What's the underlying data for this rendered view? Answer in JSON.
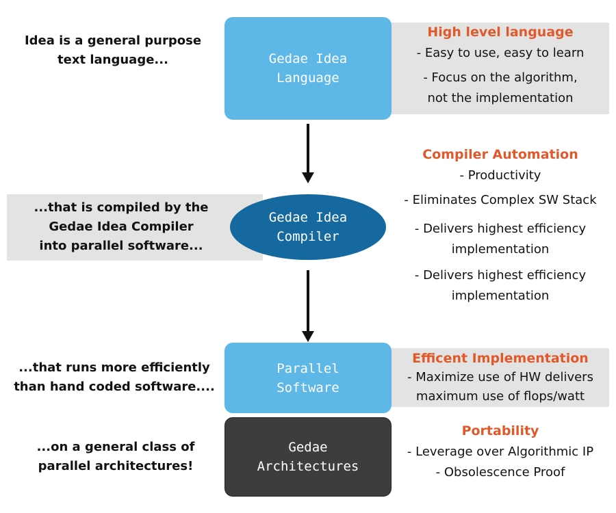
{
  "nodes": {
    "language": {
      "line1": "Gedae Idea",
      "line2": "Language"
    },
    "compiler": {
      "line1": "Gedae Idea",
      "line2": "Compiler"
    },
    "software": {
      "line1": "Parallel",
      "line2": "Software"
    },
    "architectures": {
      "line1": "Gedae",
      "line2": "Architectures"
    }
  },
  "left_text": {
    "language": {
      "line1": "Idea is a general purpose",
      "line2": "text language..."
    },
    "compiler": {
      "line1": "...that is compiled by the",
      "line2": "Gedae Idea Compiler",
      "line3": "into parallel software..."
    },
    "software": {
      "line1": "...that runs more efficiently",
      "line2": "than hand coded software...."
    },
    "architectures": {
      "line1": "...on a general class of",
      "line2": "parallel architectures!"
    }
  },
  "right_text": {
    "language": {
      "heading": "High level language",
      "bullets": [
        "- Easy to use, easy to learn",
        "- Focus on the algorithm,",
        "not the implementation"
      ]
    },
    "compiler": {
      "heading": "Compiler Automation",
      "bullets": [
        "- Productivity",
        "- Eliminates Complex SW Stack",
        "- Delivers highest efficiency",
        "implementation",
        "- Delivers highest efficiency",
        "implementation"
      ]
    },
    "software": {
      "heading": "Efficent Implementation",
      "bullets": [
        "- Maximize use of HW delivers",
        "maximum use of flops/watt"
      ]
    },
    "architectures": {
      "heading": "Portability",
      "bullets": [
        "- Leverage over Algorithmic IP",
        "- Obsolescence Proof"
      ]
    }
  },
  "colors": {
    "light_blue": "#5db8e7",
    "dark_blue": "#16699f",
    "dark_gray": "#3d3d3d",
    "heading_orange": "#e0592a",
    "panel_gray": "#e3e3e3"
  }
}
